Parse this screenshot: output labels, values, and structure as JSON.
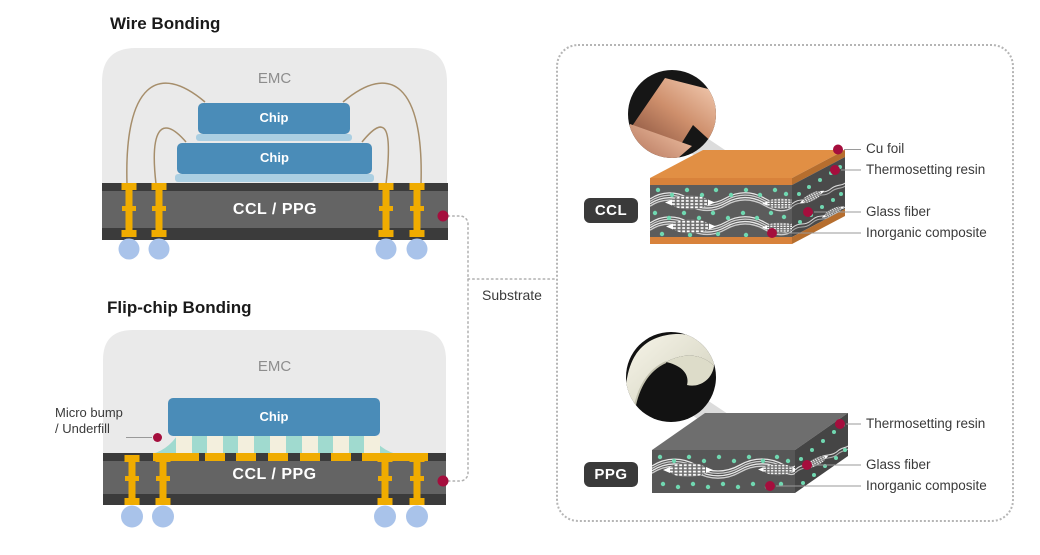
{
  "wire_bonding": {
    "title": "Wire Bonding",
    "emc": "EMC",
    "chip_top": "Chip",
    "chip_bottom": "Chip",
    "substrate": "CCL / PPG"
  },
  "flip_chip": {
    "title": "Flip-chip Bonding",
    "emc": "EMC",
    "chip": "Chip",
    "substrate": "CCL / PPG",
    "callout_line1": "Micro bump",
    "callout_line2": "/ Underfill"
  },
  "connector": {
    "label": "Substrate"
  },
  "ccl": {
    "badge": "CCL",
    "labels": [
      "Cu foil",
      "Thermosetting resin",
      "Glass fiber",
      "Inorganic composite"
    ]
  },
  "ppg": {
    "badge": "PPG",
    "labels": [
      "Thermosetting resin",
      "Glass fiber",
      "Inorganic composite"
    ]
  },
  "colors": {
    "accent_crimson": "#A50E3D",
    "gold": "#F0AC00",
    "chip_blue": "#4A8CB8",
    "solder_ball_blue": "#A9C3EA",
    "underfill_teal": "#A0DACF",
    "copper_orange": "#D8823B",
    "substrate_gray": "#646464",
    "substrate_dark": "#3B3B3B",
    "emc_gray": "#EAEAEA",
    "glass_dot_mint": "#70D8B1"
  }
}
